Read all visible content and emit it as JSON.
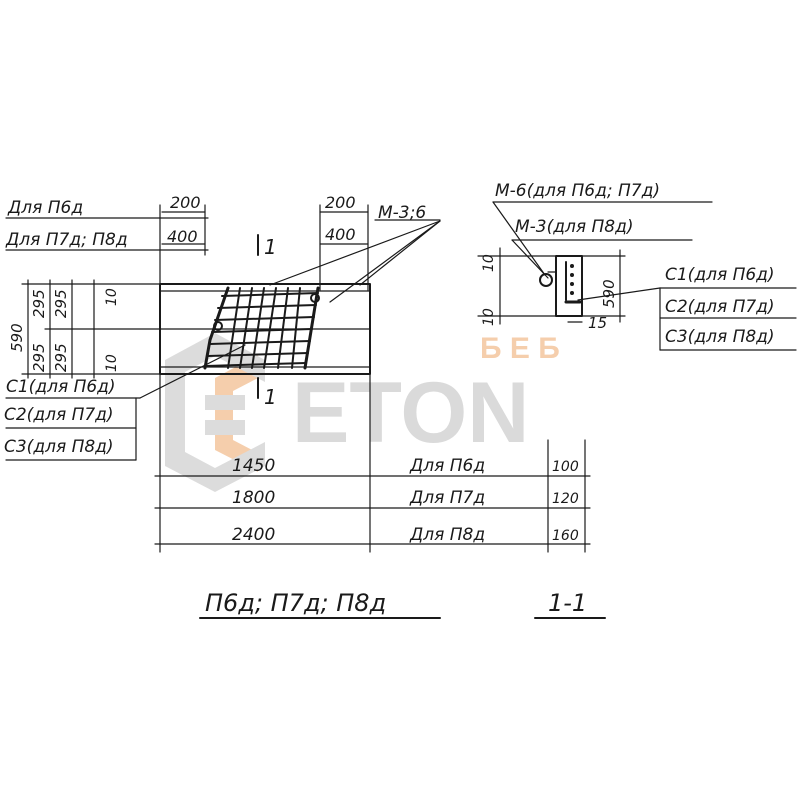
{
  "watermark": {
    "text": "ETON",
    "small_text": "Б Е Б",
    "color_gray": "#d6d6d6",
    "color_orange": "#f4c9a4"
  },
  "plan_labels": {
    "for_p6d": "Для П6д",
    "for_p7d_p8d": "Для П7д; П8д",
    "dim_200_left": "200",
    "dim_400_left": "400",
    "dim_200_right": "200",
    "dim_400_right": "400",
    "m36": "М-3;6",
    "section_mark_top": "1",
    "section_mark_bottom": "1",
    "dim_590": "590",
    "dim_295_top": "295",
    "dim_295_bottom": "295",
    "dim_10_top": "10",
    "dim_10_bottom": "10",
    "c1": "С1(для П6д)",
    "c2": "С2(для П7д)",
    "c3": "С3(для П8д)"
  },
  "length_table": {
    "rows": [
      {
        "length": "1450",
        "label": "Для П6д",
        "end": "100"
      },
      {
        "length": "1800",
        "label": "Для П7д",
        "end": "120"
      },
      {
        "length": "2400",
        "label": "Для П8д",
        "end": "160"
      }
    ]
  },
  "section_labels": {
    "m6": "М-6(для П6д; П7д)",
    "m3": "М-3(для П8д)",
    "c1": "С1(для П6д)",
    "c2": "С2(для П7д)",
    "c3": "С3(для П8д)",
    "dim_10_top": "10",
    "dim_10_bottom": "10",
    "dim_590": "590",
    "dim_15": "15"
  },
  "titles": {
    "main": "П6д; П7д; П8д",
    "section": "1-1"
  }
}
